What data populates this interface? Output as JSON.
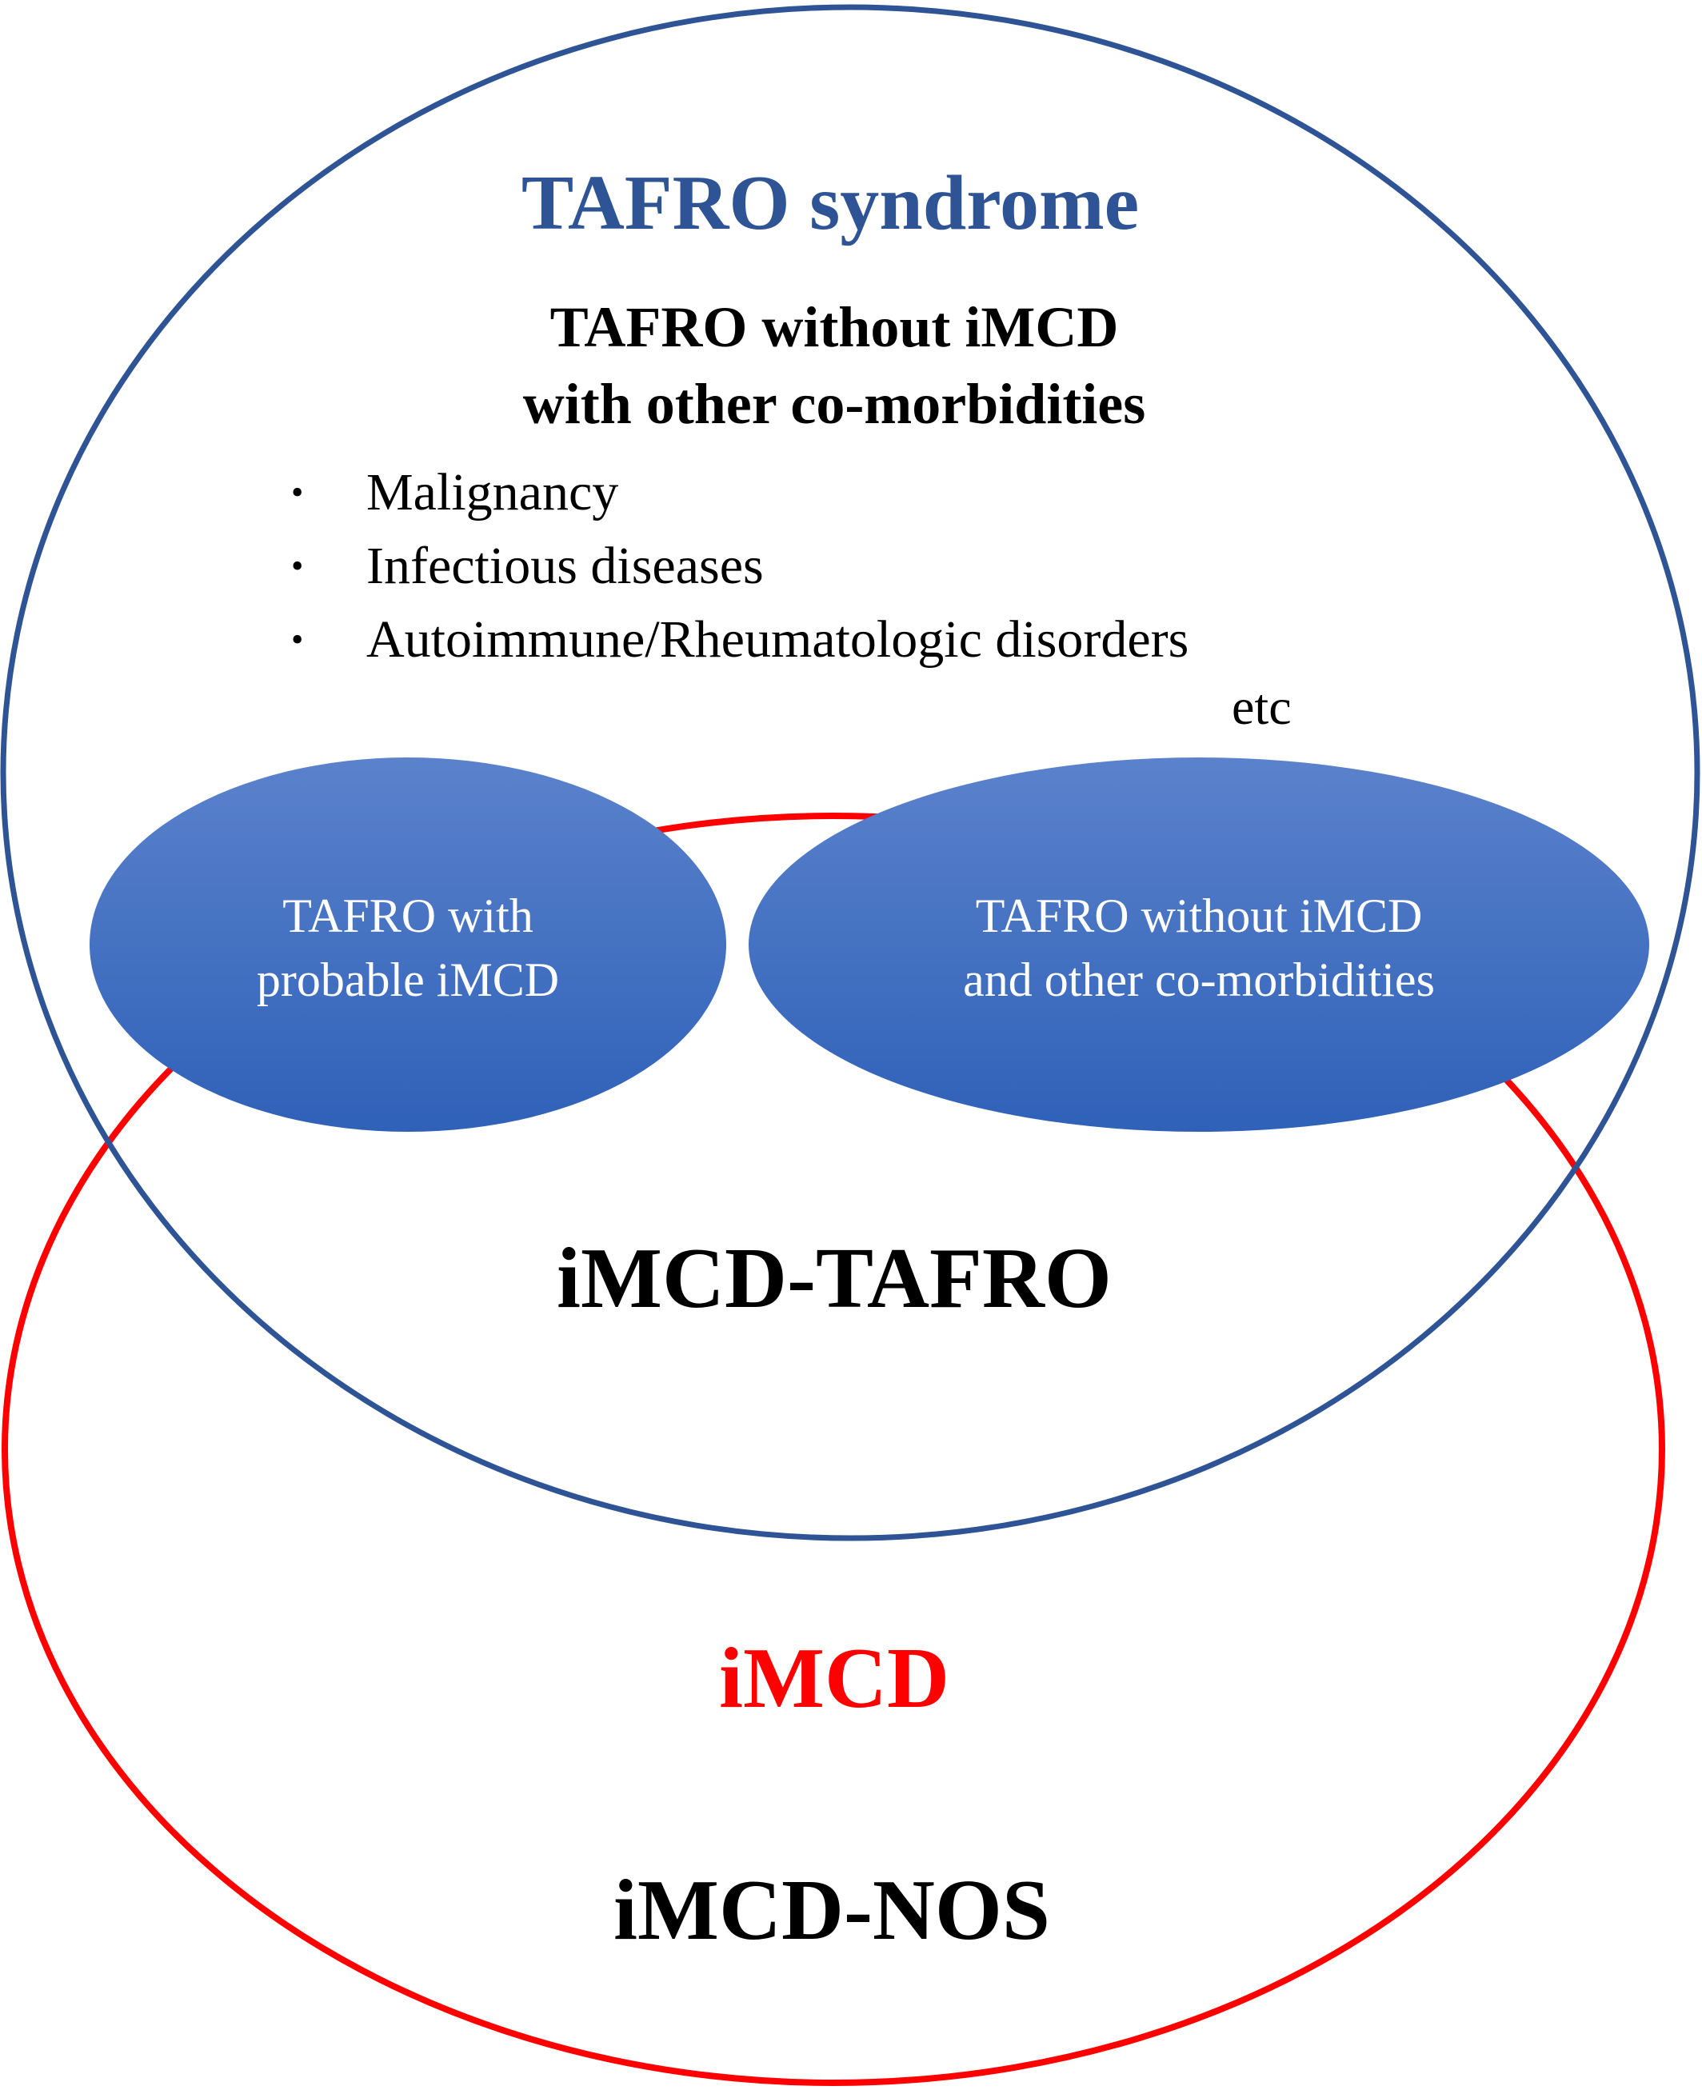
{
  "colors": {
    "tafro_circle": "#2e5496",
    "imcd_circle": "#ff0000",
    "ellipse_fill_top": "#5b82cc",
    "ellipse_fill_bottom": "#2f61b8",
    "ellipse_text": "#ffffff"
  },
  "tafro": {
    "title": "TAFRO syndrome",
    "subheading_line1": "TAFRO without iMCD",
    "subheading_line2": "with other co-morbidities",
    "comorbidities": [
      "Malignancy",
      "Infectious diseases",
      "Autoimmune/Rheumatologic disorders"
    ],
    "bullet": "•",
    "etc": "etc"
  },
  "subgroups": {
    "probable": {
      "line1": "TAFRO with",
      "line2": "probable iMCD"
    },
    "without": {
      "line1": "TAFRO without iMCD",
      "line2": "and other co-morbidities"
    }
  },
  "overlap_label": "iMCD-TAFRO",
  "imcd": {
    "title": "iMCD",
    "nos_label": "iMCD-NOS"
  }
}
